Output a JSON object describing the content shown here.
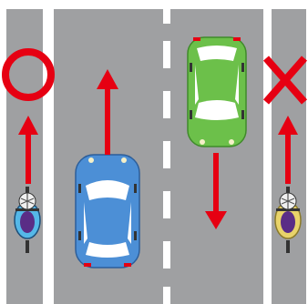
{
  "scene": {
    "description_type": "traffic-rule-illustration",
    "colors": {
      "road": "#9fa0a2",
      "lane_line": "#ffffff",
      "arrow": "#e60012",
      "correct_mark": "#e60012",
      "wrong_mark": "#e60012",
      "car_blue": "#4c8fd6",
      "car_green": "#6cc04a"
    },
    "left_lane": {
      "mark": "circle-correct",
      "cyclist_direction": "forward",
      "cyclist_color": "#55b8e8"
    },
    "right_lane": {
      "mark": "cross-wrong",
      "cyclist_direction": "reverse",
      "cyclist_color": "#e8d36a"
    },
    "blue_car": {
      "direction": "forward"
    },
    "green_car": {
      "direction": "oncoming"
    }
  }
}
